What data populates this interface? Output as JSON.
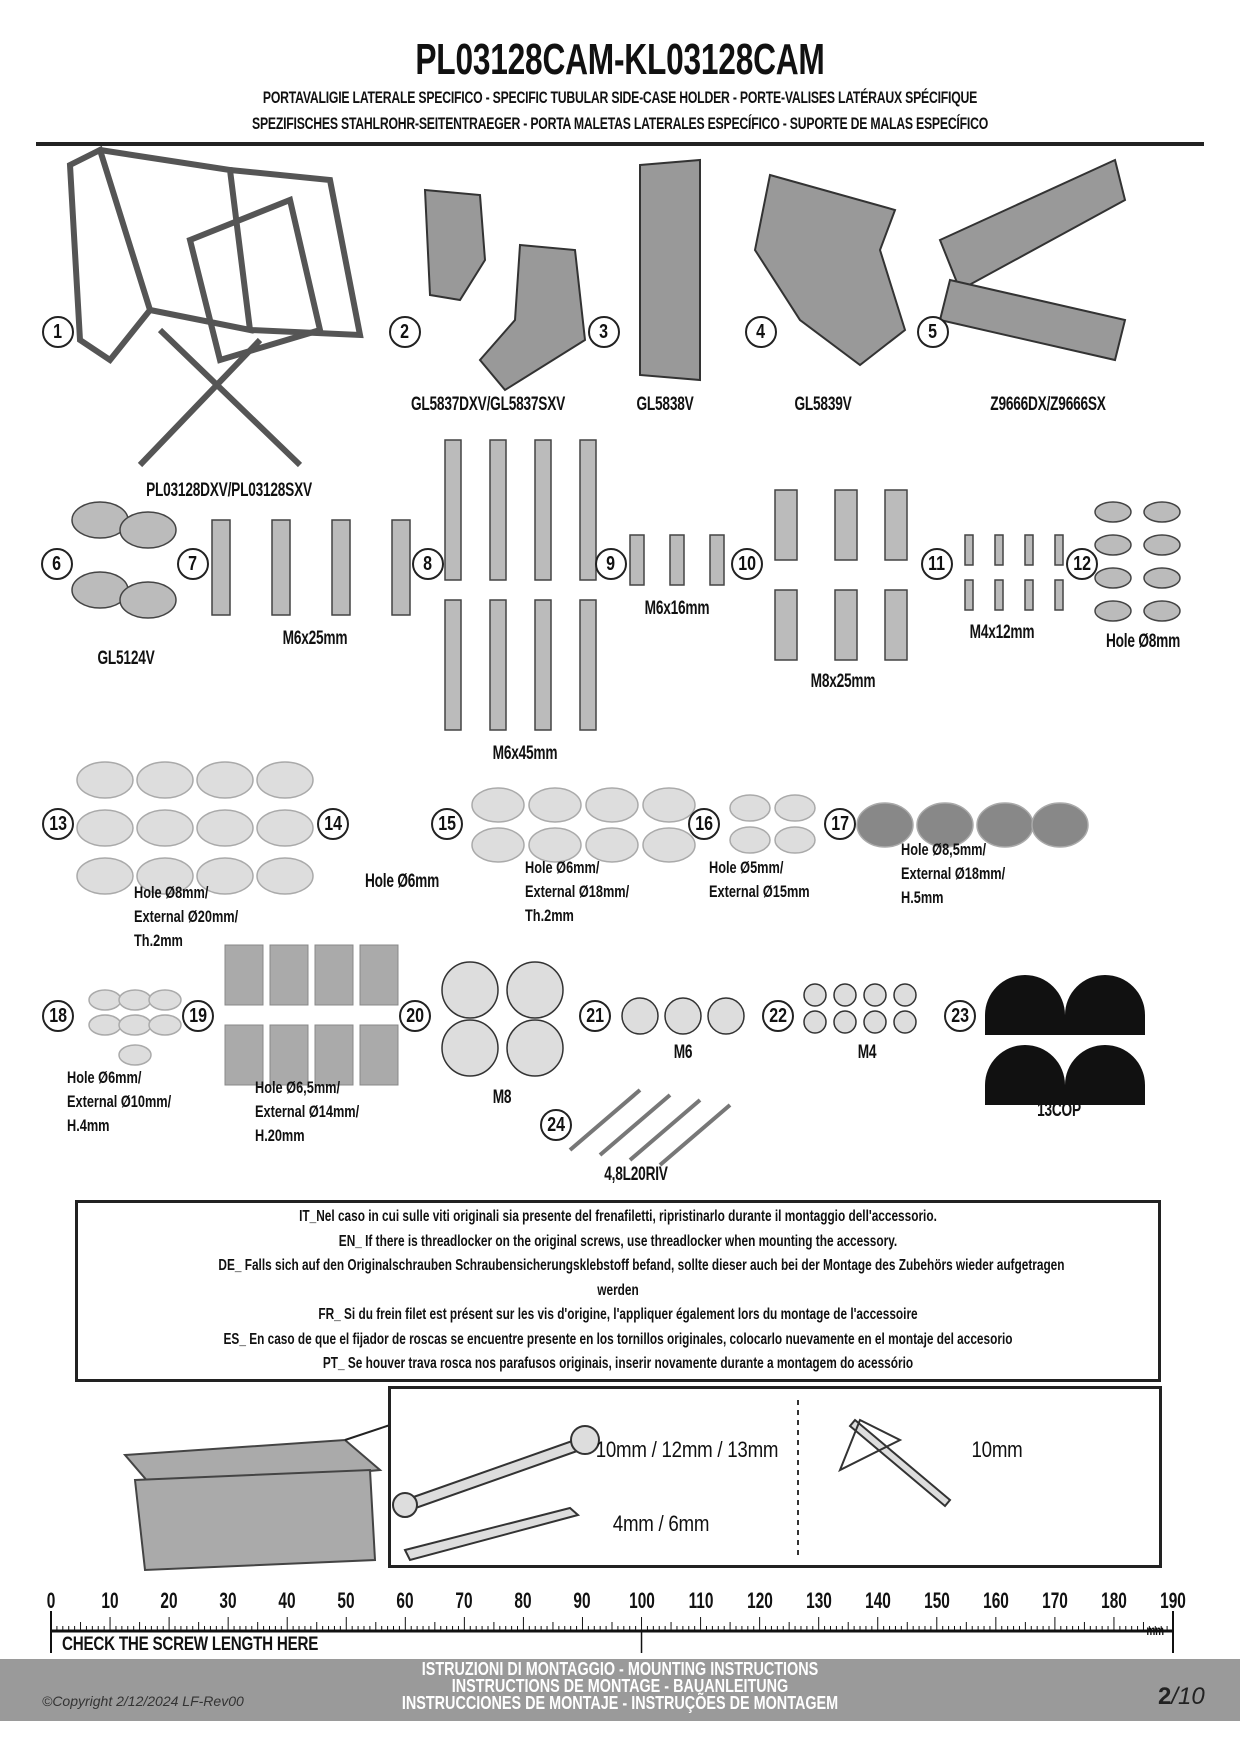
{
  "header": {
    "title": "PL03128CAM-KL03128CAM",
    "subtitle_1": "PORTAVALIGIE LATERALE SPECIFICO  -  SPECIFIC TUBULAR SIDE-CASE HOLDER  - PORTE-VALISES LATÉRAUX SPÉCIFIQUE",
    "subtitle_2": "SPEZIFISCHES STAHLROHR-SEITENTRAEGER - PORTA MALETAS LATERALES ESPECÍFICO - SUPORTE DE MALAS ESPECÍFICO"
  },
  "parts": [
    {
      "num": "1",
      "label": "PL03128DXV/PL03128SXV"
    },
    {
      "num": "2",
      "label": "GL5837DXV/GL5837SXV"
    },
    {
      "num": "3",
      "label": "GL5838V"
    },
    {
      "num": "4",
      "label": "GL5839V"
    },
    {
      "num": "5",
      "label": "Z9666DX/Z9666SX"
    },
    {
      "num": "6",
      "label": "GL5124V"
    },
    {
      "num": "7",
      "label": "M6x25mm"
    },
    {
      "num": "8",
      "label": "M6x45mm"
    },
    {
      "num": "9",
      "label": "M6x16mm"
    },
    {
      "num": "10",
      "label": "M8x25mm"
    },
    {
      "num": "11",
      "label": "M4x12mm"
    },
    {
      "num": "12",
      "label": "Hole Ø8mm"
    },
    {
      "num": "13",
      "lines": [
        "Hole Ø8mm/",
        "External Ø20mm/",
        "Th.2mm"
      ]
    },
    {
      "num": "14",
      "label": "Hole Ø6mm"
    },
    {
      "num": "15",
      "lines": [
        "Hole Ø6mm/",
        "External Ø18mm/",
        "Th.2mm"
      ]
    },
    {
      "num": "16",
      "lines": [
        "Hole Ø5mm/",
        "External Ø15mm"
      ]
    },
    {
      "num": "17",
      "lines": [
        "Hole Ø8,5mm/",
        "External Ø18mm/",
        "H.5mm"
      ]
    },
    {
      "num": "18",
      "lines": [
        "Hole Ø6mm/",
        "External Ø10mm/",
        "H.4mm"
      ]
    },
    {
      "num": "19",
      "lines": [
        "Hole Ø6,5mm/",
        "External Ø14mm/",
        "H.20mm"
      ]
    },
    {
      "num": "20",
      "label": "M8"
    },
    {
      "num": "21",
      "label": "M6"
    },
    {
      "num": "22",
      "label": "M4"
    },
    {
      "num": "23",
      "label": "13COP"
    },
    {
      "num": "24",
      "label": "4,8L20RIV"
    }
  ],
  "notes": [
    "IT_Nel caso in cui sulle viti originali sia presente del frenafiletti, ripristinarlo durante il montaggio dell'accessorio.",
    "EN_ If there is threadlocker on the original screws, use threadlocker when mounting the accessory.",
    "DE_ Falls sich auf den Originalschrauben Schraubensicherungsklebstoff befand, sollte dieser auch bei der Montage des Zubehörs wieder aufgetragen",
    "werden",
    "FR_ Si du frein filet est présent sur les vis d'origine, l'appliquer également lors du montage de l'accessoire",
    "ES_ En caso de que el fijador de roscas se encuentre presente en los tornillos originales, colocarlo nuevamente en el montaje del accesorio",
    "PT_ Se houver trava rosca nos parafusos originais, inserir novamente durante a montagem do acessório"
  ],
  "tools": {
    "wrench_sizes": "10mm / 12mm / 13mm",
    "allen_sizes": "4mm / 6mm",
    "socket_size": "10mm"
  },
  "ruler": {
    "labels": [
      "0",
      "10",
      "20",
      "30",
      "40",
      "50",
      "60",
      "70",
      "80",
      "90",
      "100",
      "110",
      "120",
      "130",
      "140",
      "150",
      "160",
      "170",
      "180",
      "190"
    ],
    "unit": "mm",
    "caption": "CHECK THE SCREW LENGTH HERE"
  },
  "footer": {
    "line_1": "ISTRUZIONI DI MONTAGGIO  -  MOUNTING INSTRUCTIONS",
    "line_2": "INSTRUCTIONS DE MONTAGE - BAUANLEITUNG",
    "line_3": "INSTRUCCIONES DE MONTAJE - INSTRUÇÕES DE MONTAGEM",
    "copyright": "©Copyright 2/12/2024 LF-Rev00",
    "page_current": "2",
    "page_total": "/10"
  }
}
